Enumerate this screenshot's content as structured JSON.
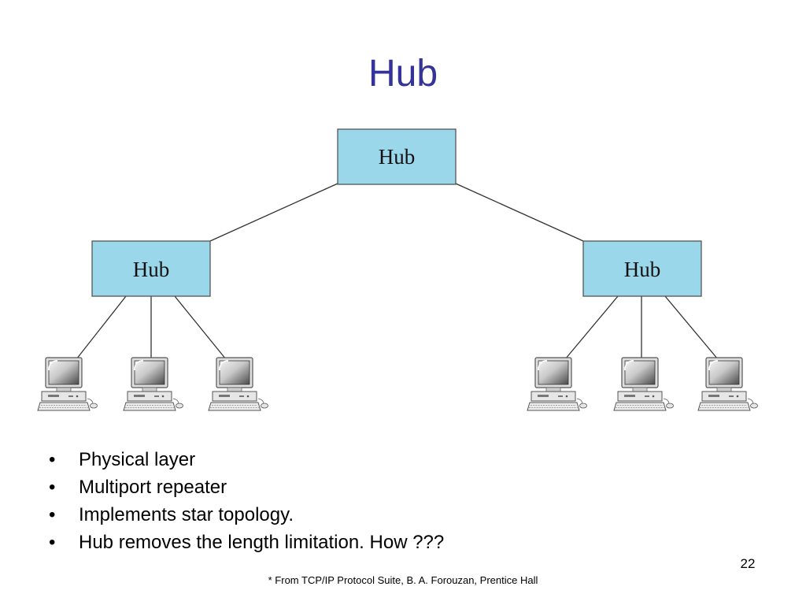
{
  "slide": {
    "title": "Hub",
    "page_number": "22",
    "footnote": "* From TCP/IP Protocol Suite, B. A. Forouzan, Prentice Hall"
  },
  "diagram": {
    "hubs": {
      "root": "Hub",
      "left": "Hub",
      "right": "Hub"
    },
    "hub_fill": "#9bd7ea",
    "computer_icon": "desktop-computer-icon"
  },
  "bullets": [
    "Physical layer",
    "Multiport repeater",
    "Implements star topology.",
    "Hub removes the length limitation. How ???"
  ]
}
